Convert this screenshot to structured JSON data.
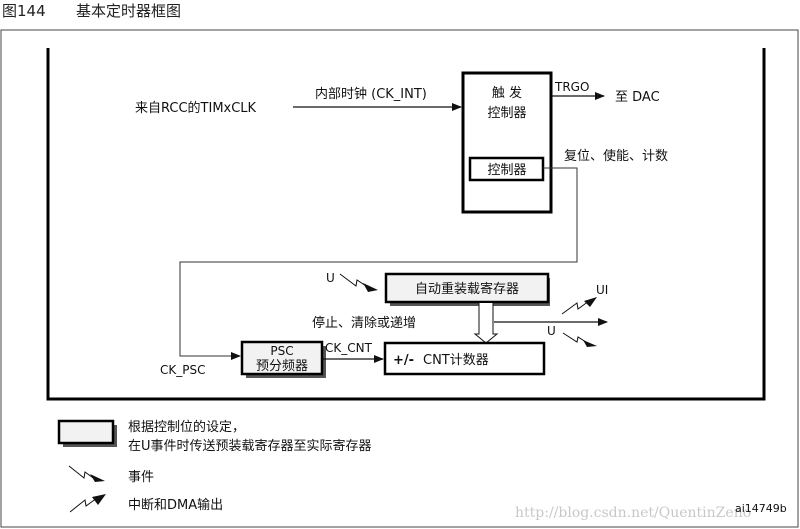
{
  "figure": {
    "number": "图144",
    "title": "基本定时器框图",
    "figure_id": "ai14749b",
    "watermark": "http://blog.csdn.net/QuentinZeno"
  },
  "diagram": {
    "input_source": "来自RCC的TIMxCLK",
    "internal_clock": "内部时钟 (CK_INT)",
    "trigger_controller": [
      "触 发",
      "控制器"
    ],
    "controller": "控制器",
    "trgo": "TRGO",
    "to_dac": "至 DAC",
    "reset_enable_count": "复位、使能、计数",
    "u_event": "U",
    "auto_reload": "自动重装载寄存器",
    "ui": "UI",
    "u_out": "U",
    "stop_clear_inc": "停止、清除或递增",
    "psc": [
      "PSC",
      "预分频器"
    ],
    "ck_psc": "CK_PSC",
    "ck_cnt": "CK_CNT",
    "counter_sign": "+/-",
    "counter": "CNT计数器"
  },
  "legend": {
    "preload_line1": "根据控制位的设定，",
    "preload_line2": "在U事件时传送预装载寄存器至实际寄存器",
    "event": "事件",
    "interrupt_dma": "中断和DMA输出"
  }
}
